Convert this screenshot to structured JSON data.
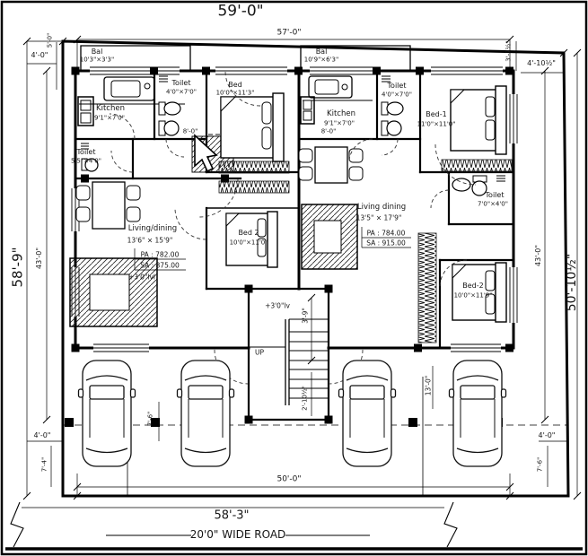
{
  "drawing": {
    "dims": {
      "top_outer": "59'-0\"",
      "top_inner": "57'-0\"",
      "left_outer": "58'-9\"",
      "left_inner": "43'-0\"",
      "right_inner": "43'-0\"",
      "right_outer": "50'-10½\"",
      "bottom_inner": "50'-0\"",
      "bottom_outer": "58'-3\"",
      "road": "20'0\" WIDE ROAD",
      "top_left_h": "4'-0\"",
      "top_left_v": "5'-0\"",
      "top_right_h": "4'-10½\"",
      "top_right_v": "3'-7½\"",
      "bottom_left_h": "4'-0\"",
      "bottom_left_v": "7'-4\"",
      "bottom_right_h": "4'-0\"",
      "bottom_right_v": "7'-6\"",
      "parking_bay": "7'-6\"",
      "parking_depth": "13'-0\"",
      "stair_width": "3'-9\"",
      "stair_lower": "2'-10½\"",
      "lobby_left": "8'-0\"",
      "lobby_right": "8'-0\""
    },
    "levels": {
      "living": "+3'0\"lvl",
      "stair": "+3'0\"lv"
    },
    "stair": {
      "up": "UP"
    },
    "left_unit": {
      "balcony": {
        "name": "Bal",
        "size": "10'3\"×3'3\""
      },
      "kitchen": {
        "name": "Kitchen",
        "size": "9'1\"×7'0\""
      },
      "toilet_top": {
        "name": "Toilet",
        "size": "4'0\"×7'0\""
      },
      "bed": {
        "name": "Bed",
        "size": "10'0\"×11'3\""
      },
      "toilet_small": {
        "name": "Toilet",
        "size": "5'5\"×4'0\""
      },
      "living": {
        "name": "Living/dining",
        "size": "13'6\" × 15'9\"",
        "pa": "PA : 782.00",
        "sa": "SA : 875.00"
      },
      "bed2": {
        "name": "Bed 2",
        "size": "10'0\"×11'0\""
      }
    },
    "right_unit": {
      "balcony": {
        "name": "Bal",
        "size": "10'9\"×6'3\""
      },
      "kitchen": {
        "name": "Kitchen",
        "size": "9'1\"×7'0\""
      },
      "toilet_top": {
        "name": "Toilet",
        "size": "4'0\"×7'0\""
      },
      "bed1": {
        "name": "Bed-1",
        "size": "11'0\"×11'0\""
      },
      "toilet_side": {
        "name": "Toilet",
        "size": "7'0\"×4'0\""
      },
      "living": {
        "name": "Living dining",
        "size": "13'5\" × 17'9\"",
        "pa": "PA : 784.00",
        "sa": "SA : 915.00"
      },
      "bed2": {
        "name": "Bed-2",
        "size": "10'0\"×11'9\""
      }
    }
  }
}
